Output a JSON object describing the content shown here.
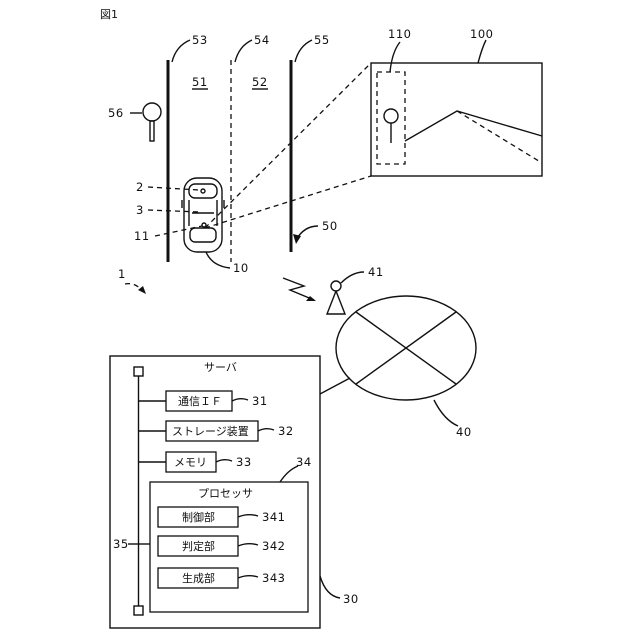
{
  "figure_label": "図1",
  "road": {
    "ref_road": "50",
    "ref_left_line": "53",
    "ref_center_line": "54",
    "ref_right_line": "55",
    "ref_lane_left": "51",
    "ref_lane_right": "52",
    "ref_sign": "56"
  },
  "vehicle": {
    "ref_vehicle": "10",
    "ref_2": "2",
    "ref_3": "3",
    "ref_11": "11"
  },
  "camera_image": {
    "ref_image": "100",
    "ref_region": "110"
  },
  "system_ref": "1",
  "network": {
    "ref_network": "40",
    "ref_base_station": "41"
  },
  "server": {
    "title": "サーバ",
    "ref_server": "30",
    "ref_bus": "35",
    "comm_if": {
      "label": "通信ＩＦ",
      "ref": "31"
    },
    "storage": {
      "label": "ストレージ装置",
      "ref": "32"
    },
    "memory": {
      "label": "メモリ",
      "ref": "33"
    },
    "processor": {
      "title": "プロセッサ",
      "ref": "34",
      "control": {
        "label": "制御部",
        "ref": "341"
      },
      "judge": {
        "label": "判定部",
        "ref": "342"
      },
      "generate": {
        "label": "生成部",
        "ref": "343"
      }
    }
  }
}
